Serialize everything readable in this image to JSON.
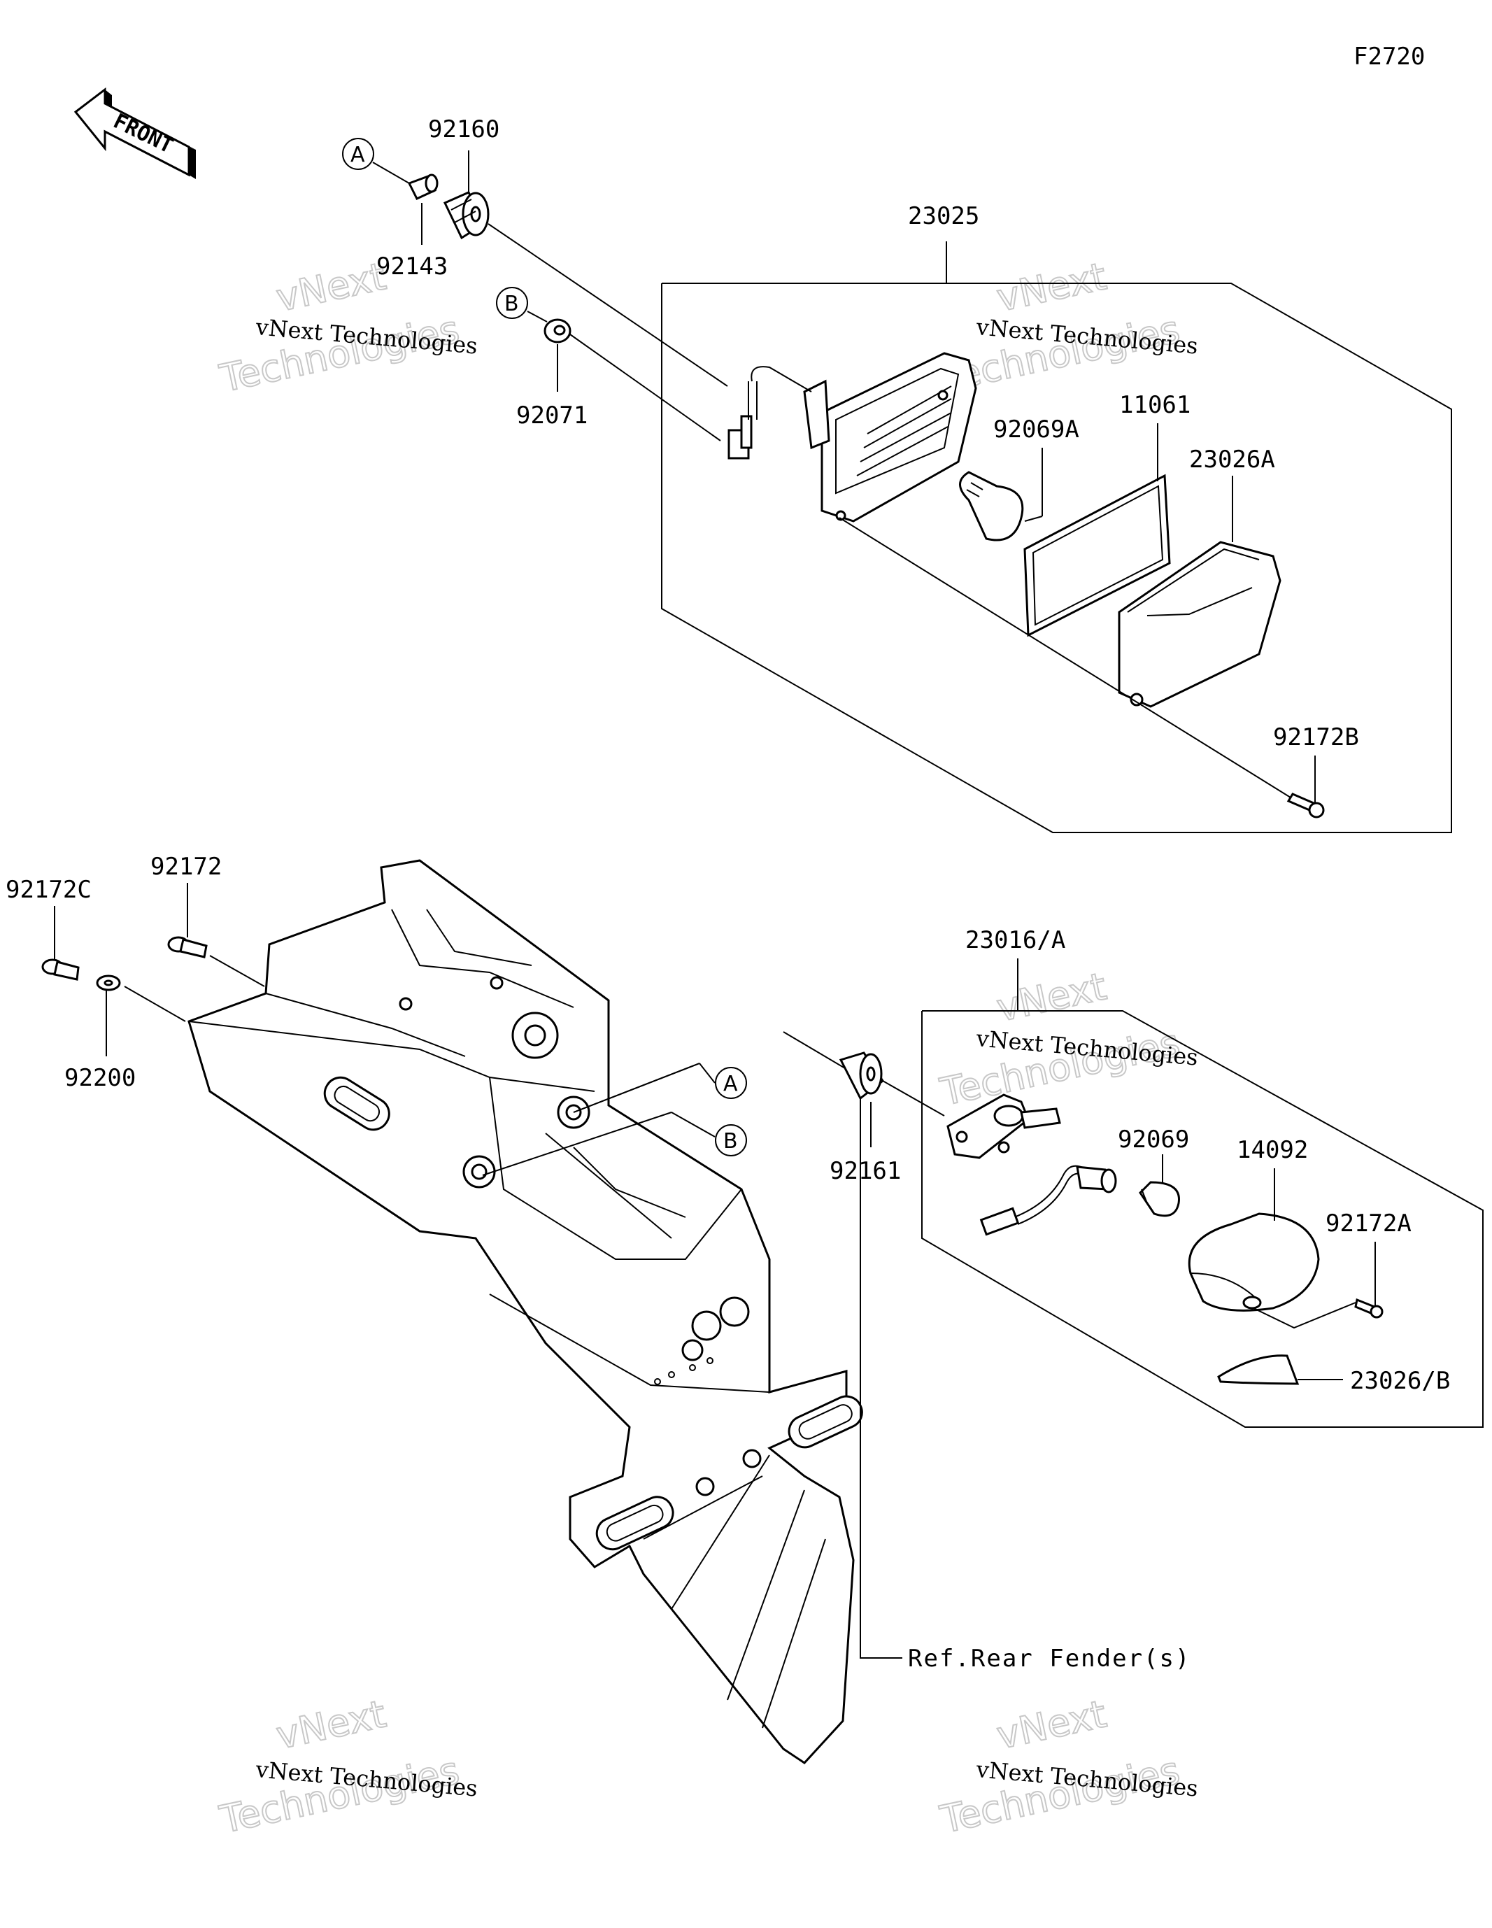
{
  "diagram_code": "F2720",
  "front_arrow": {
    "text": "FRONT",
    "icon": "front-direction-arrow-icon"
  },
  "ref_labels": {
    "a": "A",
    "b": "B"
  },
  "parts": {
    "p92160": "92160",
    "p92143": "92143",
    "p92071": "92071",
    "p23025": "23025",
    "p92069A": "92069A",
    "p11061": "11061",
    "p23026A": "23026A",
    "p92172B": "92172B",
    "p92172C": "92172C",
    "p92172": "92172",
    "p92200": "92200",
    "p23016A": "23016/A",
    "p92161": "92161",
    "p92069": "92069",
    "p14092": "14092",
    "p92172A": "92172A",
    "p23026B": "23026/B"
  },
  "reference_note": "Ref.Rear Fender(s)",
  "watermark": {
    "small": "vNext Technologies",
    "big_line1": "vNext",
    "big_line2": "Technologies"
  }
}
